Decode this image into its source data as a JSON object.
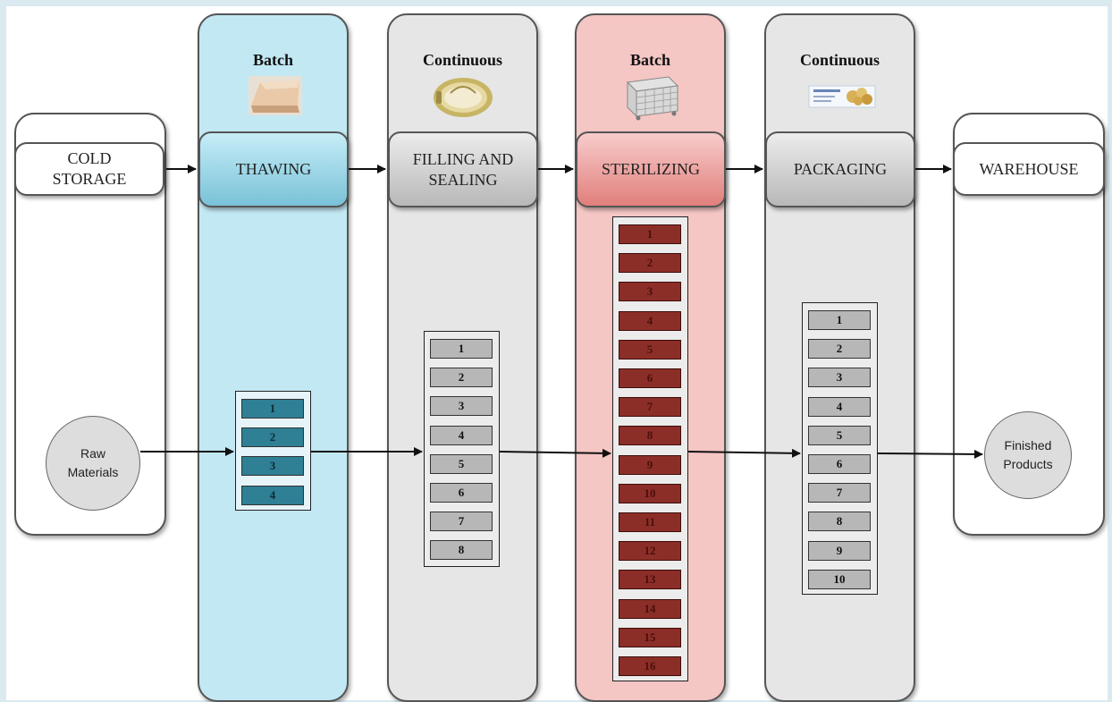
{
  "columns": [
    {
      "id": "cold",
      "mode": "",
      "stage": "COLD\nSTORAGE",
      "theme": "end"
    },
    {
      "id": "thaw",
      "mode": "Batch",
      "stage": "THAWING",
      "theme": "blue",
      "items": [
        "1",
        "2",
        "3",
        "4"
      ]
    },
    {
      "id": "fill",
      "mode": "Continuous",
      "stage": "FILLING AND\nSEALING",
      "theme": "gray",
      "items": [
        "1",
        "2",
        "3",
        "4",
        "5",
        "6",
        "7",
        "8"
      ]
    },
    {
      "id": "steril",
      "mode": "Batch",
      "stage": "STERILIZING",
      "theme": "red",
      "items": [
        "1",
        "2",
        "3",
        "4",
        "5",
        "6",
        "7",
        "8",
        "9",
        "10",
        "11",
        "12",
        "13",
        "14",
        "15",
        "16"
      ]
    },
    {
      "id": "pack",
      "mode": "Continuous",
      "stage": "PACKAGING",
      "theme": "gray",
      "items": [
        "1",
        "2",
        "3",
        "4",
        "5",
        "6",
        "7",
        "8",
        "9",
        "10"
      ]
    },
    {
      "id": "ware",
      "mode": "",
      "stage": "WAREHOUSE",
      "theme": "end"
    }
  ],
  "start_node": "Raw\nMaterials",
  "end_node": "Finished\nProducts",
  "icons": {
    "thaw": "frozen-block-icon",
    "fill": "can-icon",
    "steril": "sterilizer-basket-icon",
    "pack": "package-box-icon"
  }
}
